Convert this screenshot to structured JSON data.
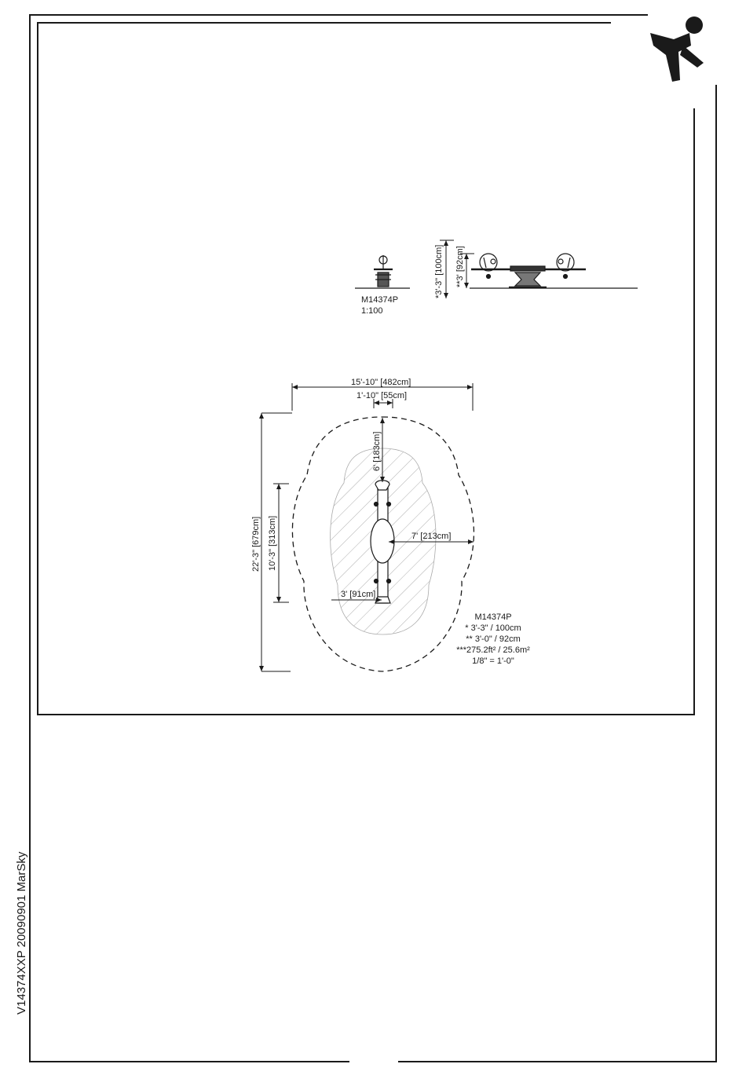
{
  "sheet": {
    "side_code": "V14374XXP 20090901 MarSky"
  },
  "logo": {
    "icon": "playground-figure-logo"
  },
  "elevation": {
    "model": "M14374P",
    "scale": "1:100",
    "dims": {
      "overall_height": "*3'-3\" [100cm]",
      "seat_height": "**3' [92cm]"
    }
  },
  "plan": {
    "dims": {
      "overall_width": "15'-10\" [482cm]",
      "inner_width": "1'-10\" [55cm]",
      "overall_length": "22'-3\" [679cm]",
      "inner_length": "10'-3\" [313cm]",
      "end_clearance": "6' [183cm]",
      "side_clearance": "7' [213cm]",
      "small_clearance": "3' [91cm]"
    },
    "notes": {
      "model": "M14374P",
      "line1": "* 3'-3\" / 100cm",
      "line2": "** 3'-0\" / 92cm",
      "line3": "***275.2ft² / 25.6m²",
      "line4": "1/8\" = 1'-0\""
    }
  }
}
